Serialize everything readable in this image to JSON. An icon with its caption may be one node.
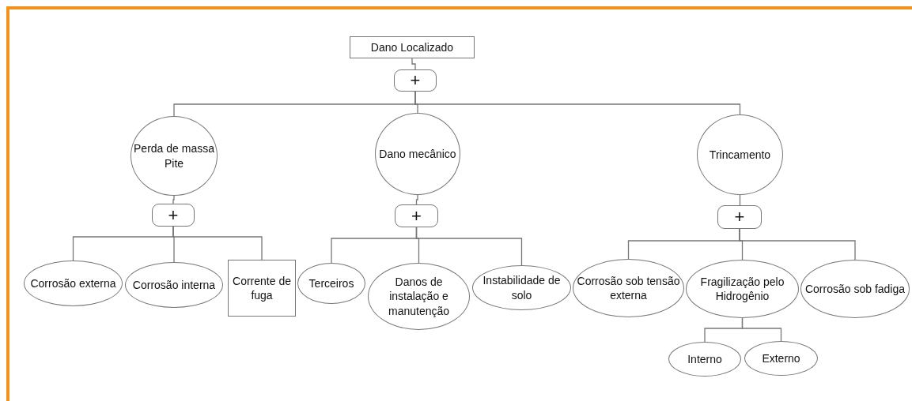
{
  "diagram": {
    "nodes": [
      {
        "text": [
          "Dano Localizado"
        ]
      },
      {
        "text": [
          "+"
        ]
      },
      {
        "text": [
          "Perda de massa Pite"
        ]
      },
      {
        "text": [
          "Dano mecânico"
        ]
      },
      {
        "text": [
          "Trincamento"
        ]
      },
      {
        "text": [
          "+"
        ]
      },
      {
        "text": [
          "+"
        ]
      },
      {
        "text": [
          "+"
        ]
      },
      {
        "text": [
          "Corrosão externa"
        ]
      },
      {
        "text": [
          "Corrosão interna"
        ]
      },
      {
        "text": [
          "Corrente de fuga"
        ]
      },
      {
        "text": [
          "Terceiros"
        ]
      },
      {
        "text": [
          "Danos de instalação e manutenção"
        ]
      },
      {
        "text": [
          "Instabilidade de solo"
        ]
      },
      {
        "text": [
          "Corrosão sob tensão externa"
        ]
      },
      {
        "text": [
          "Fragilização pelo Hidrogênio"
        ]
      },
      {
        "text": [
          "Corrosão sob fadiga"
        ]
      },
      {
        "text": [
          "Interno"
        ]
      },
      {
        "text": [
          "Externo"
        ]
      }
    ],
    "edges": [
      {
        "from": 0,
        "to": 1,
        "arrow": "none"
      },
      {
        "from": 1,
        "to": 2,
        "arrow": "none"
      },
      {
        "from": 1,
        "to": 3,
        "arrow": "none"
      },
      {
        "from": 1,
        "to": 4,
        "arrow": "none"
      },
      {
        "from": 2,
        "to": 5,
        "arrow": "none"
      },
      {
        "from": 3,
        "to": 6,
        "arrow": "none"
      },
      {
        "from": 4,
        "to": 7,
        "arrow": "none"
      },
      {
        "from": 5,
        "to": 8,
        "arrow": "none"
      },
      {
        "from": 5,
        "to": 9,
        "arrow": "none"
      },
      {
        "from": 5,
        "to": 10,
        "arrow": "none"
      },
      {
        "from": 6,
        "to": 11,
        "arrow": "none"
      },
      {
        "from": 6,
        "to": 12,
        "arrow": "none"
      },
      {
        "from": 6,
        "to": 13,
        "arrow": "none"
      },
      {
        "from": 7,
        "to": 14,
        "arrow": "none"
      },
      {
        "from": 7,
        "to": 15,
        "arrow": "none"
      },
      {
        "from": 7,
        "to": 16,
        "arrow": "none"
      },
      {
        "from": 15,
        "to": 17,
        "arrow": "none"
      },
      {
        "from": 15,
        "to": 18,
        "arrow": "none"
      }
    ]
  }
}
